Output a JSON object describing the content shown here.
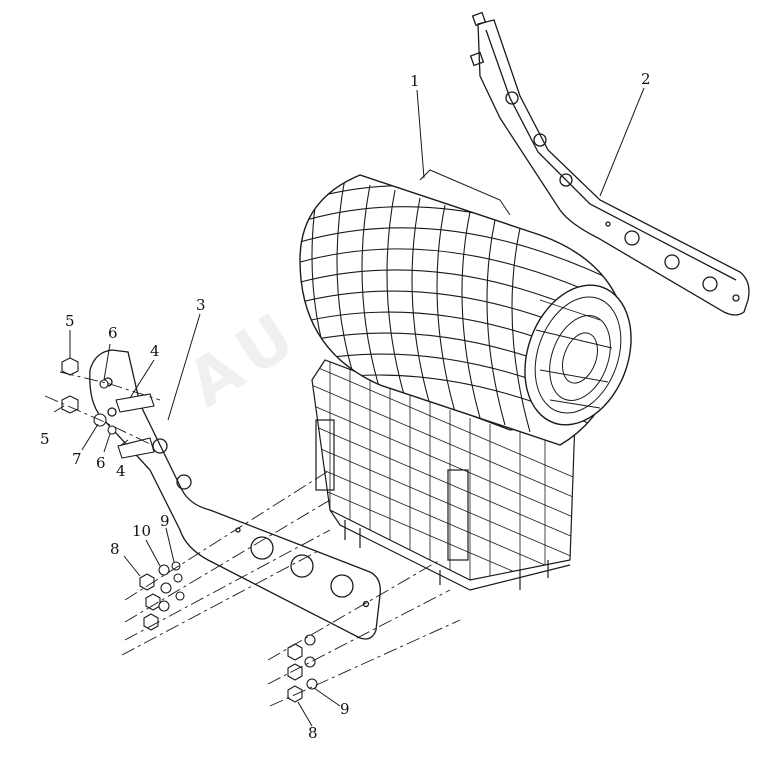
{
  "drawing": {
    "watermark": "AU",
    "callouts": [
      "1",
      "2",
      "3",
      "4",
      "5",
      "6",
      "7",
      "8",
      "9",
      "10"
    ]
  },
  "colors": {
    "line": "#1a1a1a",
    "paper": "#ffffff"
  }
}
